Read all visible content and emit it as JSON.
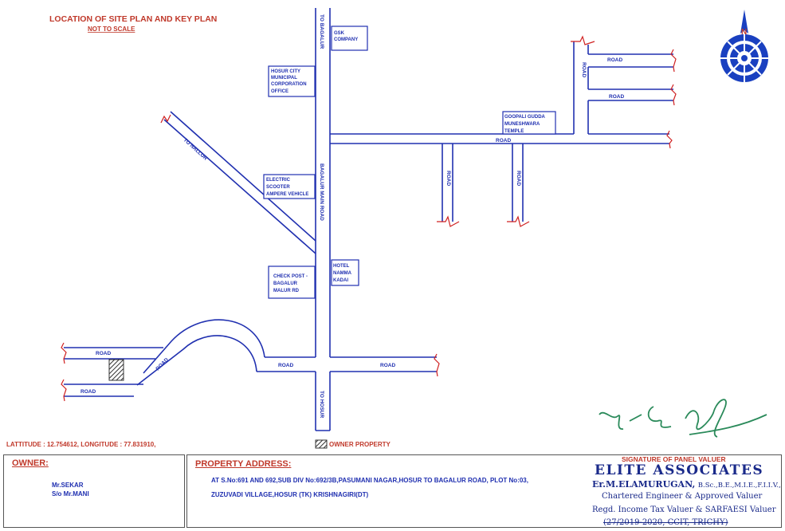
{
  "title": "LOCATION OF SITE PLAN AND KEY PLAN",
  "subtitle": "NOT TO SCALE",
  "road_labels": {
    "to_bagalur": "TO BAGALUR",
    "bagalur_main_road": "BAGALUR MAIN ROAD",
    "to_hosur": "TO HOSUR",
    "to_nallur": "TO NALLUR",
    "road": "ROAD"
  },
  "landmarks": {
    "gsk": [
      "GSK",
      "COMPANY"
    ],
    "municipal": [
      "HOSUR CITY",
      "MUNICIPAL",
      "CORPORATION",
      "OFFICE"
    ],
    "scooter": [
      "ELECTRIC",
      "SCOOTER",
      "AMPERE VEHICLE"
    ],
    "checkpost": [
      "CHECK POST -",
      "BAGALUR",
      "MALUR RD"
    ],
    "hotel": [
      "HOTEL",
      "NAMMA",
      "KADAI"
    ],
    "temple": [
      "GOOPALI GUDDA",
      "MUNESHWARA",
      "TEMPLE"
    ]
  },
  "compass_letter": "N",
  "latlong": "LATTITUDE :  12.754612, LONGITUDE : 77.831910,",
  "legend_label": "OWNER PROPERTY",
  "owner": {
    "heading": "OWNER:",
    "name": "Mr.SEKAR",
    "relation": "S/o Mr.MANI"
  },
  "address": {
    "heading": "PROPERTY ADDRESS:",
    "line1": "AT S.No:691 AND 692,SUB DIV No:692/3B,PASUMANI NAGAR,HOSUR TO BAGALUR ROAD, PLOT No:03,",
    "line2": "ZUZUVADI VILLAGE,HOSUR (TK) KRISHNAGIRI(DT)"
  },
  "valuer": {
    "signature_label": "SIGNATURE OF PANEL VALUER",
    "firm": "ELITE ASSOCIATES",
    "name": "Er.M.ELAMURUGAN,",
    "quals": "B.Sc.,B.E.,M.I.E.,F.I.I.V.,",
    "line1": "Chartered Engineer & Approved Valuer",
    "line2": "Regd. Income Tax Valuer & SARFAESI Valuer",
    "line3": "(27/2019-2020, CCIT, TRICHY)"
  },
  "colors": {
    "road": "#2030b0",
    "accent": "#c0392b",
    "break": "#d02020"
  }
}
